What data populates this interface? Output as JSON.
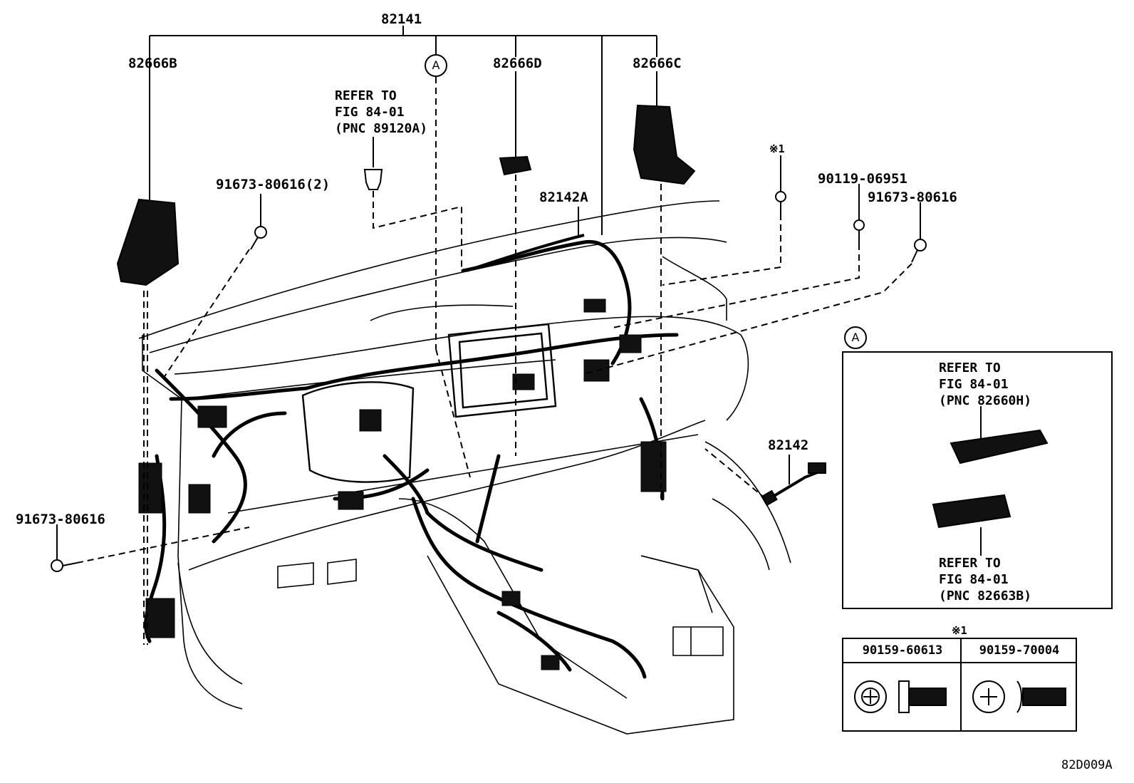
{
  "parts": {
    "main_harness": "82141",
    "p82666b": "82666B",
    "p82666d": "82666D",
    "p82666c": "82666C",
    "p82142a": "82142A",
    "p82142": "82142",
    "screw_2": "91673-80616(2)",
    "screw_right": "91673-80616",
    "screw_left": "91673-80616",
    "bolt_90119": "90119-06951",
    "note_mark": "※1"
  },
  "circle_label": "A",
  "refs": {
    "top": [
      "REFER TO",
      "FIG 84-01",
      "(PNC 89120A)"
    ],
    "inset_upper": [
      "REFER TO",
      "FIG 84-01",
      "(PNC 82660H)"
    ],
    "inset_lower": [
      "REFER TO",
      "FIG 84-01",
      "(PNC 82663B)"
    ]
  },
  "table": {
    "mark": "※1",
    "col1": "90159-60613",
    "col2": "90159-70004"
  },
  "diagram_code": "82D009A"
}
